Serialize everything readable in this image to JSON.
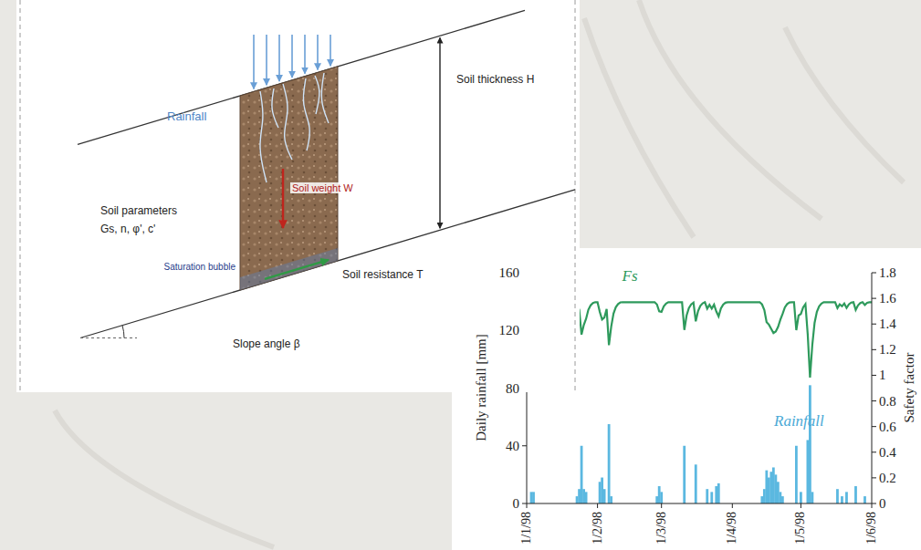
{
  "diagram": {
    "labels": [
      "Rainfall",
      "Soil thickness H",
      "Soil parameters",
      "Gs, n, φ', c'",
      "Soil weight W",
      "Saturation bubble",
      "Soil resistance T",
      "Slope angle β",
      "Fs",
      "Rainfall",
      "160",
      "120",
      "80",
      "40",
      "0",
      "Daily rainfall [mm]",
      "1.8",
      "1.6",
      "1.4",
      "1.2",
      "1",
      "0.8",
      "0.6",
      "0.4",
      "0.2",
      "0",
      "Safety factor",
      "1/1/98",
      "1/2/98",
      "1/3/98",
      "1/4/98",
      "1/5/98",
      "1/6/98"
    ]
  }
}
